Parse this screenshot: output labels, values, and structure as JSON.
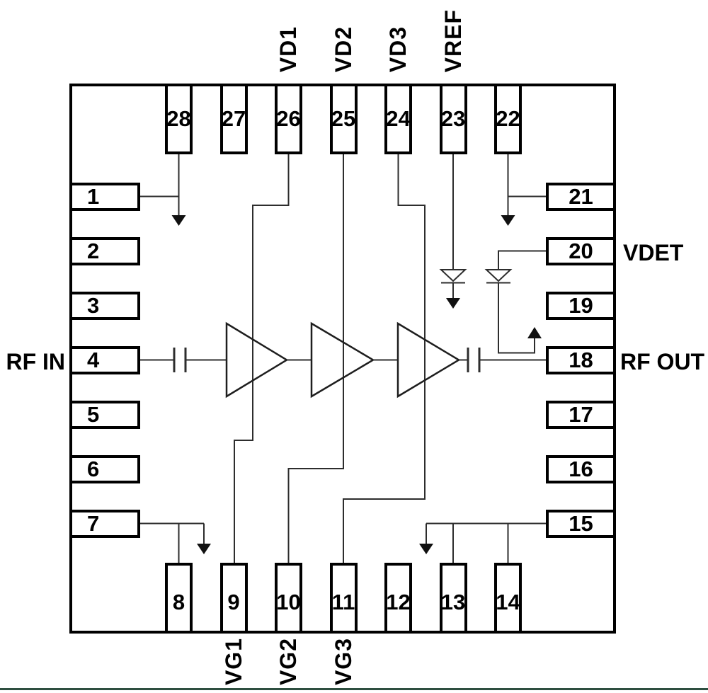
{
  "figure": {
    "description": "28-pin RF amplifier IC functional block diagram with three cascaded amplifier stages"
  },
  "pins": {
    "top": [
      "28",
      "27",
      "26",
      "25",
      "24",
      "23",
      "22"
    ],
    "left": [
      "1",
      "2",
      "3",
      "4",
      "5",
      "6",
      "7"
    ],
    "right": [
      "21",
      "20",
      "19",
      "18",
      "17",
      "16",
      "15"
    ],
    "bottom": [
      "8",
      "9",
      "10",
      "11",
      "12",
      "13",
      "14"
    ]
  },
  "labels": {
    "vd1": "VD1",
    "vd2": "VD2",
    "vd3": "VD3",
    "vref": "VREF",
    "vg1": "VG1",
    "vg2": "VG2",
    "vg3": "VG3",
    "rf_in": "RF IN",
    "rf_out": "RF OUT",
    "vdet": "VDET"
  },
  "symbols": [
    "amplifier-triangle-icon x3",
    "coupling-capacitor-icon x2",
    "diode-icon x2",
    "ground-arrow-icon x4",
    "detector-tap-up-arrow-icon"
  ],
  "colors": {
    "ink": "#000000",
    "wire": "#2d2d2d",
    "background": "#ffffff",
    "bottom_rule": "#2e4f40"
  }
}
